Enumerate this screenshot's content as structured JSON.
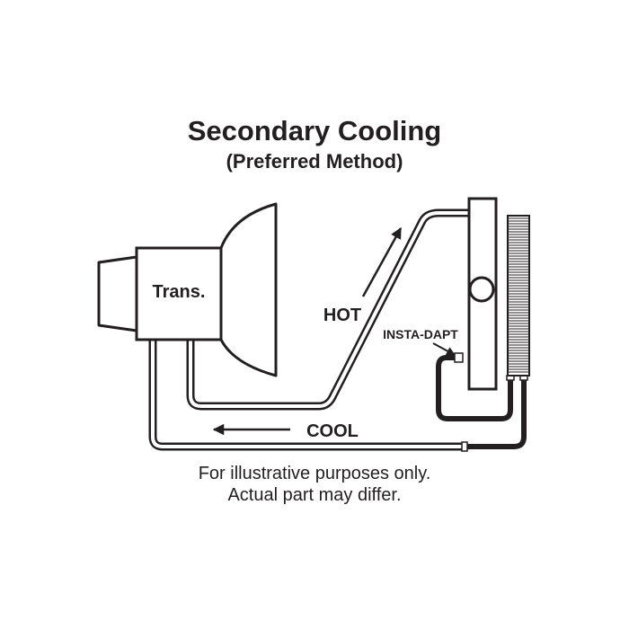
{
  "diagram": {
    "title": "Secondary Cooling",
    "subtitle": "(Preferred Method)",
    "labels": {
      "transmission": "Trans.",
      "hot": "HOT",
      "cool": "COOL",
      "fitting": "INSTA-DAPT"
    },
    "footnote": {
      "line1": "For illustrative purposes only.",
      "line2": "Actual part may differ."
    }
  },
  "colors": {
    "ink": "#231f20",
    "background": "#ffffff"
  }
}
